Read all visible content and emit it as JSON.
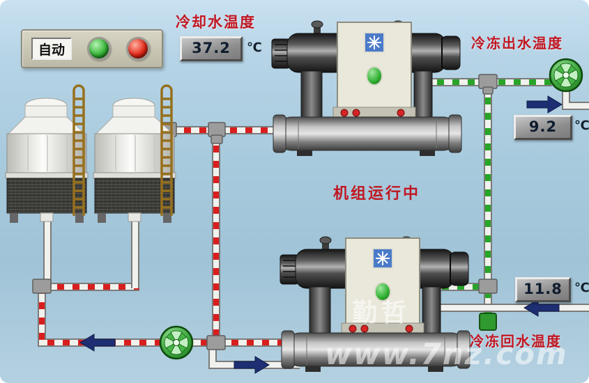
{
  "screen": {
    "background": "#a8cadd"
  },
  "control_panel": {
    "auto_label": "自动",
    "run_light_color": "#35b435",
    "stop_light_color": "#e22818"
  },
  "readings": {
    "cooling_water": {
      "label": "冷却水温度",
      "value": "37.2",
      "unit": "℃"
    },
    "chilled_outlet": {
      "label": "冷冻出水温度",
      "value": "9.2",
      "unit": "℃"
    },
    "chilled_return": {
      "label": "冷冻回水温度",
      "value": "11.8",
      "unit": "℃"
    }
  },
  "status": {
    "unit_running": "机组运行中"
  },
  "pipes": {
    "cooling_water_color": "#d81e1e",
    "chilled_water_color": "#28a428",
    "label_color": "#c01722",
    "arrow_color": "#1d2f72"
  },
  "watermark": {
    "brand": "勤哲",
    "url": "www.7nz.com"
  }
}
